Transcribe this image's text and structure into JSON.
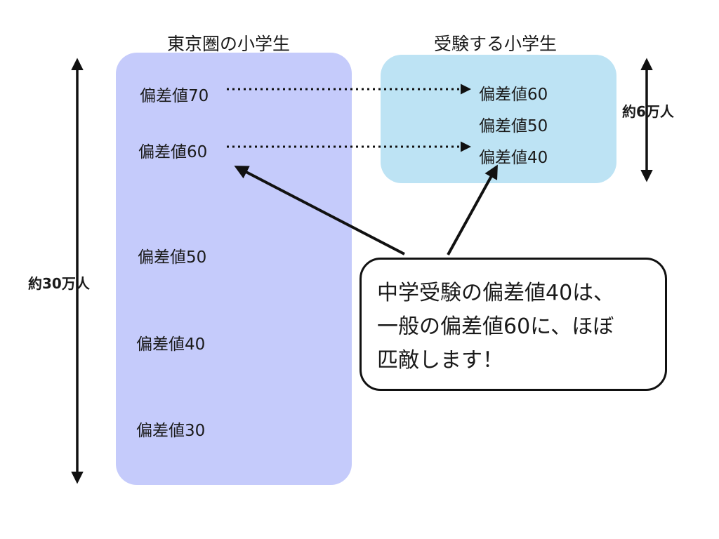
{
  "titles": {
    "left": "東京圏の小学生",
    "right": "受験する小学生"
  },
  "left_box": {
    "color": "#c5cbfb",
    "labels": [
      "偏差値70",
      "偏差値60",
      "偏差値50",
      "偏差値40",
      "偏差値30"
    ]
  },
  "right_box": {
    "color": "#bde3f4",
    "labels": [
      "偏差値60",
      "偏差値50",
      "偏差値40"
    ]
  },
  "counts": {
    "left": "約30万人",
    "right": "約6万人"
  },
  "callout": {
    "lines": [
      "中学受験の偏差値40は、",
      "一般の偏差値60に、ほぼ",
      "匹敵します！"
    ]
  },
  "connections": [
    {
      "from": "偏差値70",
      "to": "偏差値60",
      "style": "dotted-arrow"
    },
    {
      "from": "偏差値60",
      "to": "偏差値40",
      "style": "dotted-arrow"
    }
  ]
}
